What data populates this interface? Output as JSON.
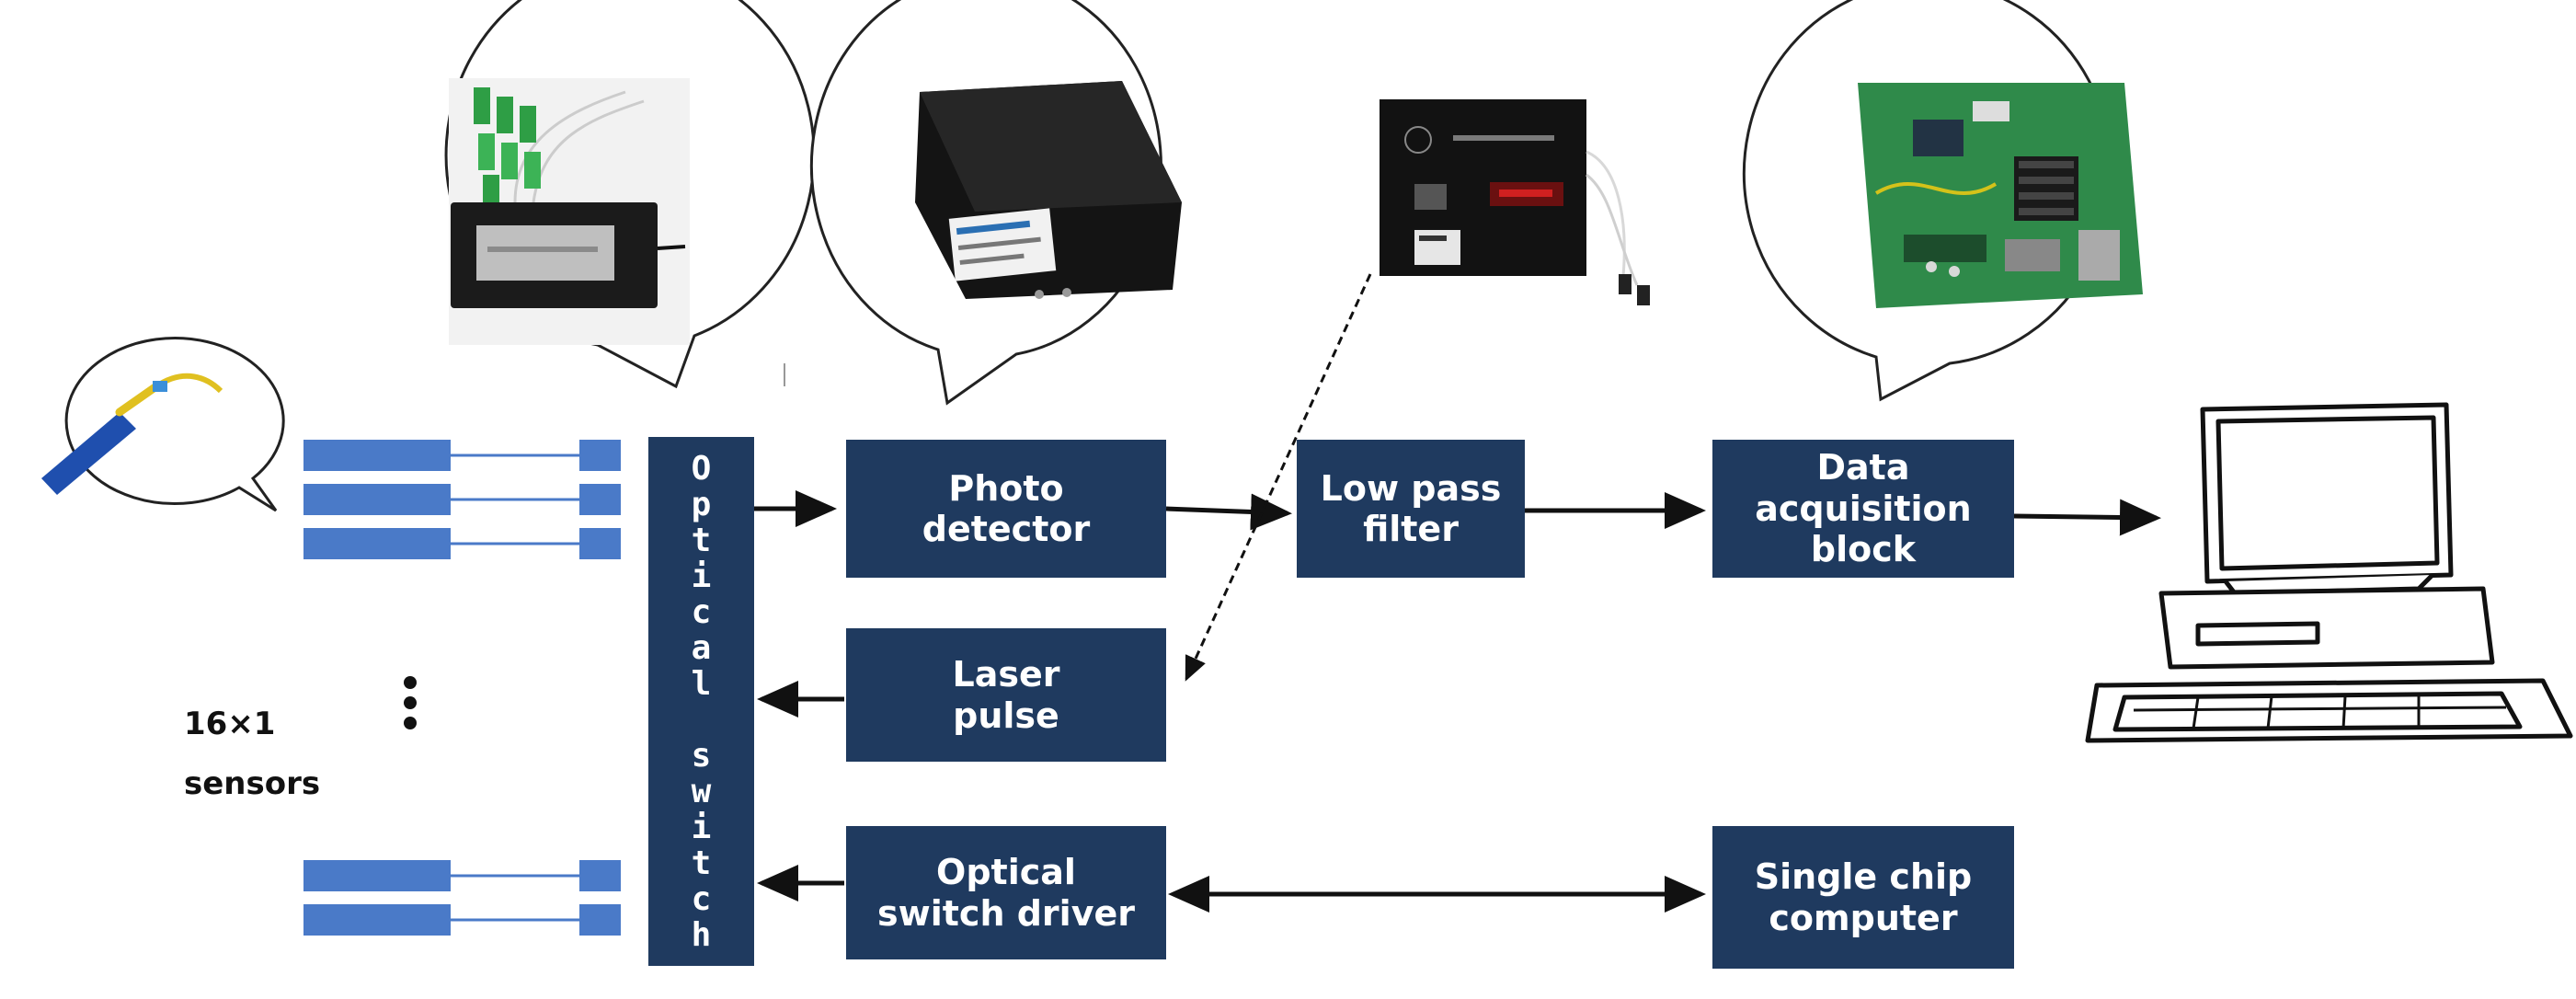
{
  "colors": {
    "navy": "#1f3a5f",
    "sensor": "#4a7ac8",
    "ink": "#111111",
    "bubble": "#ffffff"
  },
  "blocks": {
    "optical_switch": "Optical switch",
    "photo_detector": "Photo\ndetector",
    "low_pass_filter": "Low pass\nfilter",
    "data_acquisition": "Data\nacquisition\nblock",
    "laser_pulse": "Laser\npulse",
    "optical_switch_driver": "Optical\nswitch driver",
    "single_chip": "Single chip\ncomputer"
  },
  "sensors": {
    "count": "16×1",
    "word": "sensors"
  },
  "photos": [
    {
      "name": "optical-coupler-photo",
      "icon": "coupler-icon"
    },
    {
      "name": "photo-detector-photo",
      "icon": "detector-box-icon"
    },
    {
      "name": "laser-module-photo",
      "icon": "laser-module-icon"
    },
    {
      "name": "acquisition-board-photo",
      "icon": "circuit-board-icon"
    },
    {
      "name": "sensor-probe-photo",
      "icon": "fiber-probe-icon"
    },
    {
      "name": "computer-illustration",
      "icon": "desktop-computer-icon"
    }
  ]
}
